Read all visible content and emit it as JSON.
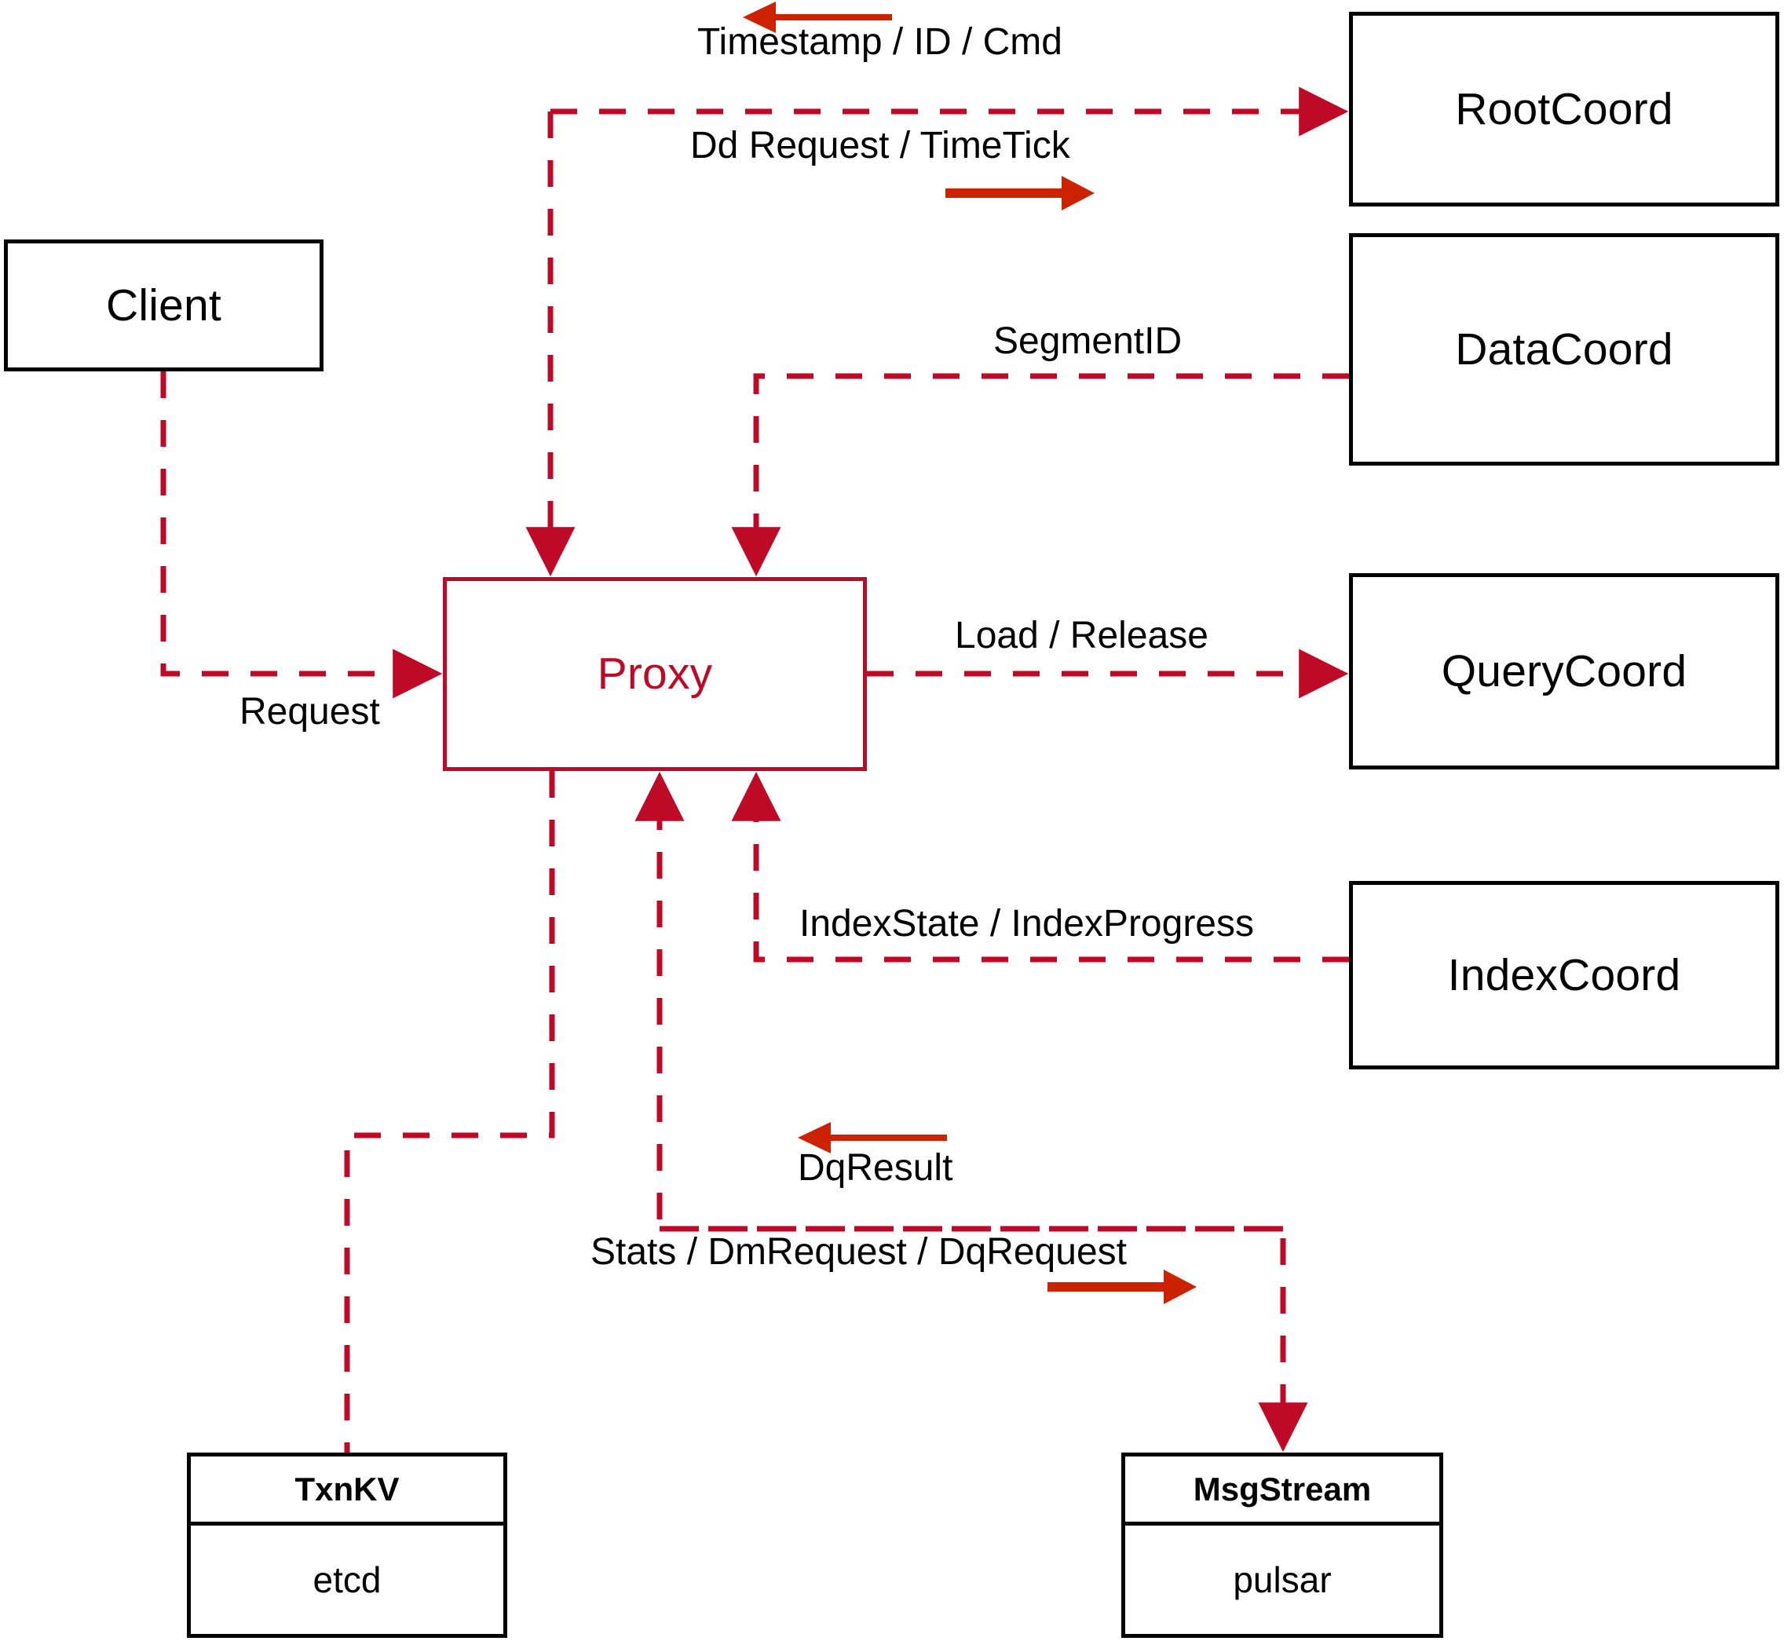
{
  "diagram": {
    "title": "Milvus Proxy interaction diagram",
    "colors": {
      "accent_red": "#BE0A26",
      "arrow_red": "#CC2200",
      "box_black": "#000000",
      "background": "#FFFFFF"
    }
  },
  "nodes": {
    "client": {
      "label": "Client"
    },
    "proxy": {
      "label": "Proxy"
    },
    "root_coord": {
      "label": "RootCoord"
    },
    "data_coord": {
      "label": "DataCoord"
    },
    "query_coord": {
      "label": "QueryCoord"
    },
    "index_coord": {
      "label": "IndexCoord"
    },
    "txnkv": {
      "title": "TxnKV",
      "impl": "etcd"
    },
    "msgstream": {
      "title": "MsgStream",
      "impl": "pulsar"
    }
  },
  "edges": [
    {
      "id": "client-request",
      "label": "Request",
      "from": "client",
      "to": "proxy",
      "direction": "to-proxy"
    },
    {
      "id": "rootcoord-response",
      "label": "Timestamp / ID / Cmd",
      "from": "root_coord",
      "to": "proxy",
      "direction": "to-proxy"
    },
    {
      "id": "rootcoord-request",
      "label": "Dd Request / TimeTick",
      "from": "proxy",
      "to": "root_coord",
      "direction": "from-proxy"
    },
    {
      "id": "datacoord-segmentid",
      "label": "SegmentID",
      "from": "data_coord",
      "to": "proxy",
      "direction": "to-proxy"
    },
    {
      "id": "querycoord-load",
      "label": "Load / Release",
      "from": "proxy",
      "to": "query_coord",
      "direction": "from-proxy"
    },
    {
      "id": "indexcoord-state",
      "label": "IndexState / IndexProgress",
      "from": "index_coord",
      "to": "proxy",
      "direction": "to-proxy"
    },
    {
      "id": "msgstream-result",
      "label": "DqResult",
      "from": "msgstream",
      "to": "proxy",
      "direction": "to-proxy"
    },
    {
      "id": "msgstream-request",
      "label": "Stats / DmRequest / DqRequest",
      "from": "proxy",
      "to": "msgstream",
      "direction": "from-proxy"
    },
    {
      "id": "txnkv-link",
      "label": "",
      "from": "proxy",
      "to": "txnkv",
      "direction": "from-proxy"
    }
  ],
  "direction_markers": [
    {
      "id": "marker-timestamp-left",
      "points": "left",
      "for": "rootcoord-response"
    },
    {
      "id": "marker-ddrequest-right",
      "points": "right",
      "for": "rootcoord-request"
    },
    {
      "id": "marker-dqresult-left",
      "points": "left",
      "for": "msgstream-result"
    },
    {
      "id": "marker-dqrequest-right",
      "points": "right",
      "for": "msgstream-request"
    }
  ]
}
